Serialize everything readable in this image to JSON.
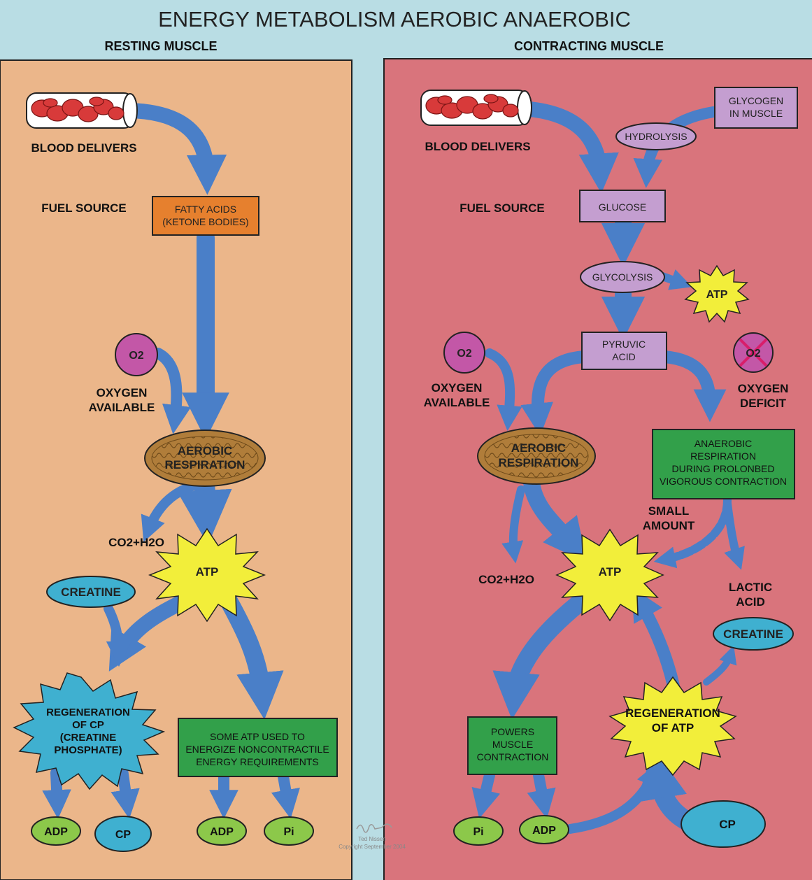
{
  "title": "ENERGY METABOLISM AEROBIC ANAEROBIC",
  "colors": {
    "background": "#b9dde4",
    "resting_panel": "#ebb68a",
    "contracting_panel": "#d9747c",
    "arrow": "#4a7fc8",
    "purple": "#c49ed0",
    "orange": "#e6802e",
    "green": "#32a04a",
    "lime": "#8cc84a",
    "cyan": "#3fb0d0",
    "yellow": "#f2ee3a",
    "magenta": "#c357a7",
    "mito": "#b07d3a",
    "blood": "#d83a3a"
  },
  "left": {
    "header": "RESTING MUSCLE",
    "blood_delivers": "BLOOD DELIVERS",
    "fuel_source": "FUEL SOURCE",
    "fuel_line1": "FATTY ACIDS",
    "fuel_line2": "(KETONE BODIES)",
    "o2": "O2",
    "oxygen_line1": "OXYGEN",
    "oxygen_line2": "AVAILABLE",
    "aerobic_line1": "AEROBIC",
    "aerobic_line2": "RESPIRATION",
    "co2": "CO2+H2O",
    "atp": "ATP",
    "creatine": "CREATINE",
    "regen_line1": "REGENERATION",
    "regen_line2": "OF CP",
    "regen_line3": "(CREATINE",
    "regen_line4": "PHOSPHATE)",
    "some_line1": "SOME ATP USED TO",
    "some_line2": "ENERGIZE NONCONTRACTILE",
    "some_line3": "ENERGY REQUIREMENTS",
    "adp1": "ADP",
    "cp": "CP",
    "adp2": "ADP",
    "pi": "Pi"
  },
  "right": {
    "header": "CONTRACTING MUSCLE",
    "blood_delivers": "BLOOD DELIVERS",
    "fuel_source": "FUEL SOURCE",
    "glycogen_line1": "GLYCOGEN",
    "glycogen_line2": "IN MUSCLE",
    "hydrolysis": "HYDROLYSIS",
    "glucose": "GLUCOSE",
    "glycolysis": "GLYCOLYSIS",
    "atp_small": "ATP",
    "pyruvic_line1": "PYRUVIC",
    "pyruvic_line2": "ACID",
    "o2": "O2",
    "o2_crossed": "O2",
    "oxygen_line1": "OXYGEN",
    "oxygen_line2": "AVAILABLE",
    "deficit_line1": "OXYGEN",
    "deficit_line2": "DEFICIT",
    "aerobic_line1": "AEROBIC",
    "aerobic_line2": "RESPIRATION",
    "anaerobic_line1": "ANAEROBIC",
    "anaerobic_line2": "RESPIRATION",
    "anaerobic_line3": "DURING PROLONBED",
    "anaerobic_line4": "VIGOROUS CONTRACTION",
    "small_line1": "SMALL",
    "small_line2": "AMOUNT",
    "co2": "CO2+H2O",
    "atp": "ATP",
    "lactic_line1": "LACTIC",
    "lactic_line2": "ACID",
    "creatine": "CREATINE",
    "regen_line1": "REGENERATION",
    "regen_line2": "OF ATP",
    "powers_line1": "POWERS",
    "powers_line2": "MUSCLE",
    "powers_line3": "CONTRACTION",
    "pi": "Pi",
    "adp": "ADP",
    "cp": "CP"
  },
  "credit": {
    "line1": "Ted Nissen",
    "line2": "Copyright September 2004"
  }
}
